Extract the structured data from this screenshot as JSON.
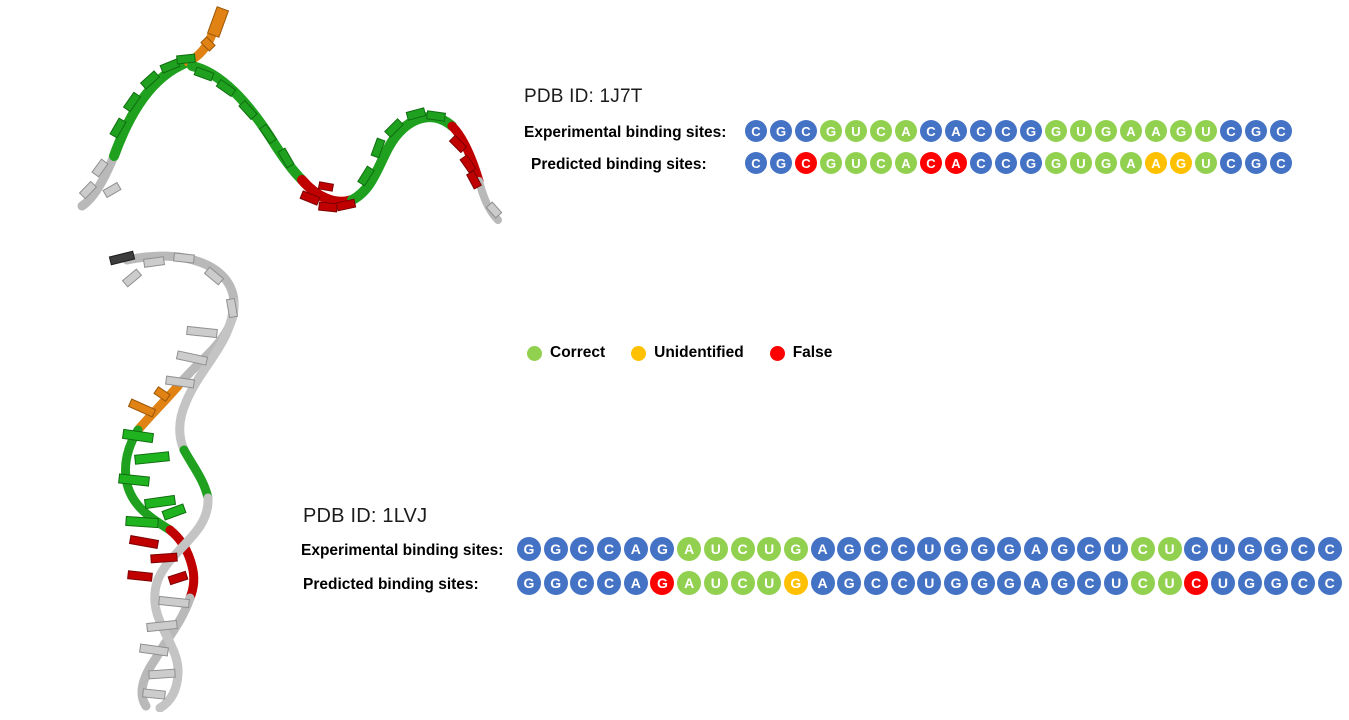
{
  "panels": [
    {
      "pdb_id": "PDB ID: 1J7T",
      "experimental_label": "Experimental binding sites:",
      "predicted_label": "Predicted binding sites:",
      "sequence": "CGCGUCACACCGGUGAAGUCGC",
      "experimental": [
        "C:n",
        "G:n",
        "C:n",
        "G:c",
        "U:c",
        "C:c",
        "A:c",
        "C:n",
        "A:n",
        "C:n",
        "C:n",
        "G:n",
        "G:c",
        "U:c",
        "G:c",
        "A:c",
        "A:c",
        "G:c",
        "U:c",
        "C:n",
        "G:n",
        "C:n"
      ],
      "predicted": [
        "C:n",
        "G:n",
        "C:f",
        "G:c",
        "U:c",
        "C:c",
        "A:c",
        "C:f",
        "A:f",
        "C:n",
        "C:n",
        "G:n",
        "G:c",
        "U:c",
        "G:c",
        "A:c",
        "A:u",
        "G:u",
        "U:c",
        "C:n",
        "G:n",
        "C:n"
      ]
    },
    {
      "pdb_id": "PDB ID: 1LVJ",
      "experimental_label": "Experimental binding sites:",
      "predicted_label": "Predicted binding sites:",
      "sequence": "GGCCAGAUCUGAGCCUGGGAGCUCUCUGGCC",
      "experimental": [
        "G:n",
        "G:n",
        "C:n",
        "C:n",
        "A:n",
        "G:n",
        "A:c",
        "U:c",
        "C:c",
        "U:c",
        "G:c",
        "A:n",
        "G:n",
        "C:n",
        "C:n",
        "U:n",
        "G:n",
        "G:n",
        "G:n",
        "A:n",
        "G:n",
        "C:n",
        "U:n",
        "C:c",
        "U:c",
        "C:n",
        "U:n",
        "G:n",
        "G:n",
        "C:n",
        "C:n"
      ],
      "predicted": [
        "G:n",
        "G:n",
        "C:n",
        "C:n",
        "A:n",
        "G:f",
        "A:c",
        "U:c",
        "C:c",
        "U:c",
        "G:u",
        "A:n",
        "G:n",
        "C:n",
        "C:n",
        "U:n",
        "G:n",
        "G:n",
        "G:n",
        "A:n",
        "G:n",
        "C:n",
        "U:n",
        "C:c",
        "U:c",
        "C:f",
        "U:n",
        "G:n",
        "G:n",
        "C:n",
        "C:n"
      ]
    }
  ],
  "legend": {
    "items": [
      {
        "label": "Correct",
        "color": "#92D050"
      },
      {
        "label": "Unidentified",
        "color": "#FFC000"
      },
      {
        "label": "False",
        "color": "#FF0000"
      }
    ]
  },
  "state_colors": {
    "n": "#4472C4",
    "c": "#92D050",
    "u": "#FFC000",
    "f": "#FF0000"
  },
  "state_meanings": {
    "n": "non-binding nucleotide (blue circle)",
    "c": "binding site / correct prediction (green circle)",
    "u": "unidentified binding site (yellow circle)",
    "f": "false prediction (red circle)"
  },
  "structure_palette": {
    "backbone_gray": "#B9B9B9",
    "bases_green": "#1FA11F",
    "bases_red": "#C00000",
    "bases_orange": "#E08214"
  }
}
